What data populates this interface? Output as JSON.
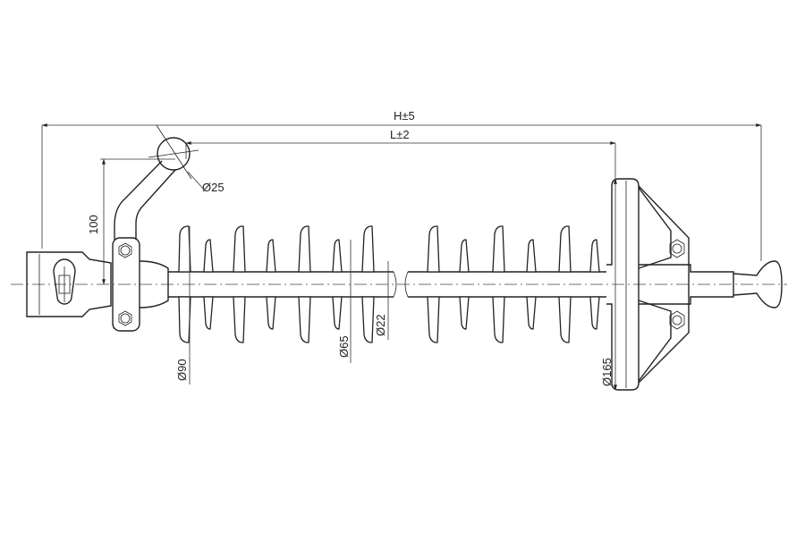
{
  "drawing": {
    "labels": {
      "overall_length": "H±5",
      "insulation_length": "L±2",
      "ring_diameter": "Ø25",
      "height_100": "100",
      "sheath_diameter": "Ø22",
      "small_shed_diameter": "Ø65",
      "large_shed_diameter": "Ø90",
      "grading_ring_diameter": "Ø165"
    }
  }
}
